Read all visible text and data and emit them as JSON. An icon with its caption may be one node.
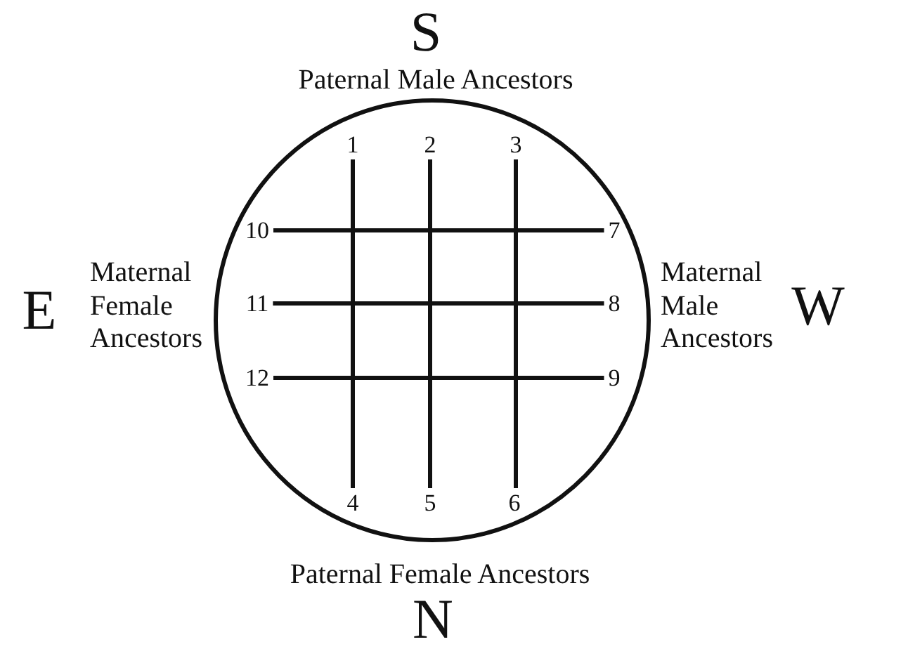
{
  "diagram": {
    "nodes": [
      {
        "text": [],
        "shape": "circle"
      },
      {
        "text": [
          "1"
        ],
        "in": 0
      },
      {
        "text": [
          "2"
        ],
        "in": 0
      },
      {
        "text": [
          "3"
        ],
        "in": 0
      },
      {
        "text": [
          "10"
        ],
        "in": 0
      },
      {
        "text": [
          "7"
        ],
        "in": 0
      },
      {
        "text": [
          "11"
        ],
        "in": 0
      },
      {
        "text": [
          "8"
        ],
        "in": 0
      },
      {
        "text": [
          "12"
        ],
        "in": 0
      },
      {
        "text": [
          "9"
        ],
        "in": 0
      },
      {
        "text": [
          "4"
        ],
        "in": 0
      },
      {
        "text": [
          "5"
        ],
        "in": 0
      },
      {
        "text": [
          "6"
        ],
        "in": 0
      }
    ],
    "edges": [
      {
        "from": 1,
        "to": 10,
        "arrow": "none"
      },
      {
        "from": 2,
        "to": 11,
        "arrow": "none"
      },
      {
        "from": 3,
        "to": 12,
        "arrow": "none"
      },
      {
        "from": 4,
        "to": 5,
        "arrow": "none"
      },
      {
        "from": 6,
        "to": 7,
        "arrow": "none"
      },
      {
        "from": 8,
        "to": 9,
        "arrow": "none"
      }
    ],
    "labels": [
      "S",
      "Paternal Male Ancestors",
      "E",
      "Maternal Female Ancestors",
      "Maternal Male Ancestors",
      "W",
      "Paternal Female Ancestors",
      "N"
    ]
  }
}
